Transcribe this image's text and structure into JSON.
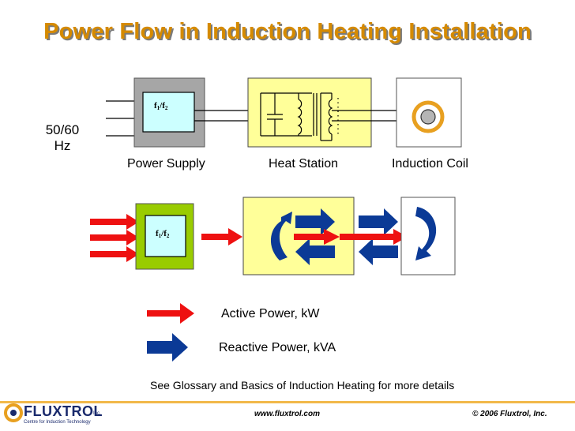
{
  "title": "Power Flow in Induction Heating Installation",
  "labels": {
    "frequency": "50/60\nHz",
    "power_supply": "Power Supply",
    "heat_station": "Heat Station",
    "induction_coil": "Induction Coil",
    "ratio_top": "f1/f2",
    "ratio_bottom": "f1/f2"
  },
  "legend": {
    "active": "Active Power, kW",
    "reactive": "Reactive Power, kVA"
  },
  "note": "See Glossary and Basics of Induction Heating for more details",
  "footer": {
    "url": "www.fluxtrol.com",
    "copyright": "© 2006 Fluxtrol, Inc.",
    "logo_name": "FLUXTROL",
    "logo_inc": "Inc.",
    "logo_tagline": "Centre for Induction Technology"
  },
  "colors": {
    "title": "#d58a00",
    "active_arrow": "#ee1111",
    "reactive_arrow": "#0b3a96",
    "power_supply_box": "#a6a6a6",
    "heat_station_box": "#ffff99",
    "inner_box": "#ccffff",
    "green_box": "#99cc00",
    "coil": "#e8a020"
  }
}
